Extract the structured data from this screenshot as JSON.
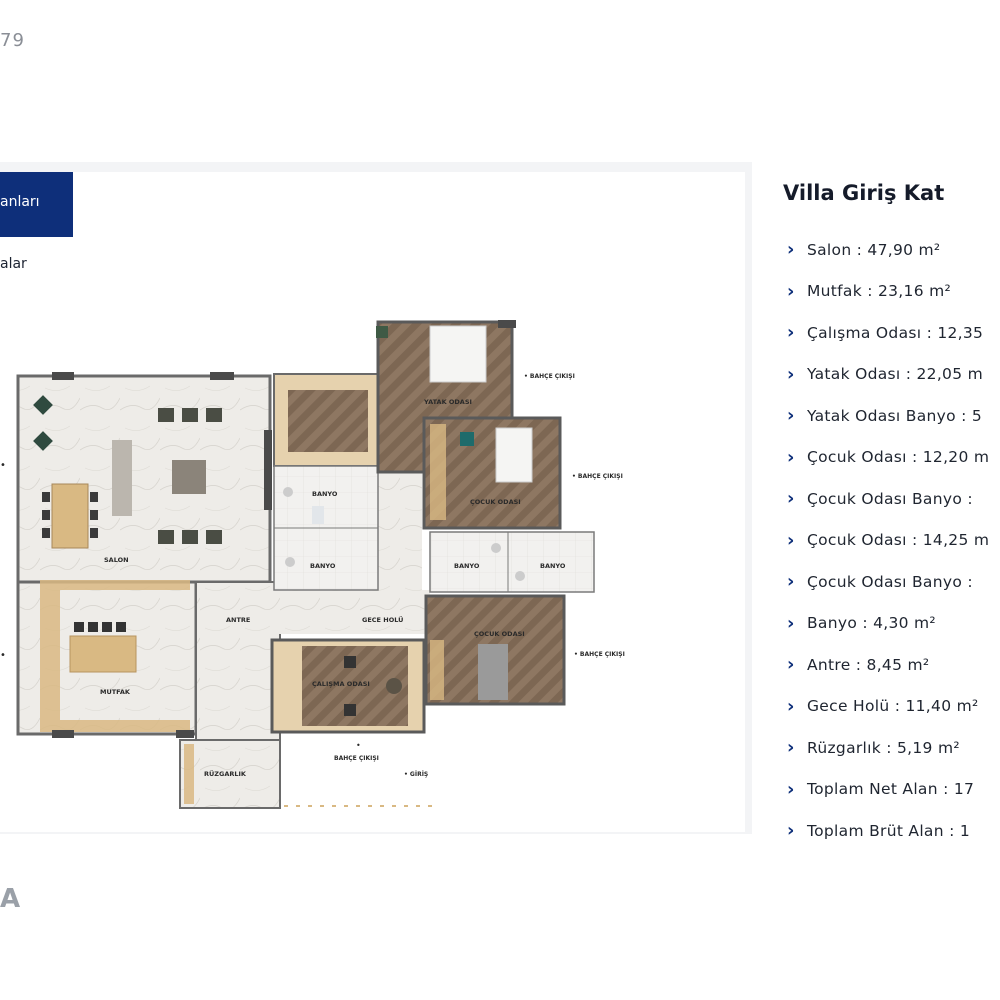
{
  "header": {
    "number_fragment": "79"
  },
  "tab": {
    "label": "anları"
  },
  "sublabel": "alar",
  "footer": {
    "word_fragment": "A"
  },
  "info": {
    "title": "Villa Giriş Kat",
    "unit": "m²",
    "rooms": [
      "Salon : 47,90 m²",
      "Mutfak : 23,16 m²",
      "Çalışma Odası : 12,35",
      "Yatak Odası : 22,05 m",
      "Yatak Odası Banyo : 5",
      "Çocuk Odası : 12,20 m",
      "Çocuk Odası Banyo :",
      "Çocuk Odası : 14,25 m",
      "Çocuk Odası Banyo :",
      "Banyo : 4,30 m²",
      "Antre : 8,45 m²",
      "Gece Holü : 11,40 m²",
      "Rüzgarlık : 5,19 m²",
      "Toplam Net Alan : 17",
      "Toplam Brüt Alan : 1"
    ]
  },
  "plan": {
    "labels": {
      "salon": "SALON",
      "mutfak": "MUTFAK",
      "yatak_odasi": "YATAK ODASI",
      "cocuk_odasi_1": "ÇOCUK ODASI",
      "cocuk_odasi_2": "ÇOCUK ODASI",
      "calisma_odasi": "ÇALIŞMA ODASI",
      "banyo_1": "BANYO",
      "banyo_2": "BANYO",
      "banyo_3": "BANYO",
      "banyo_4": "BANYO",
      "antre": "ANTRE",
      "gece_holu": "GECE HOLÜ",
      "ruzgarlik": "RÜZGARLIK",
      "bahce_1": "• BAHÇE ÇIKIŞI",
      "bahce_2": "• BAHÇE ÇIKIŞI",
      "bahce_3": "• BAHÇE ÇIKIŞI",
      "bahce_4": "BAHÇE ÇIKIŞI",
      "giris": "• GİRİŞ"
    }
  },
  "colors": {
    "brand_blue": "#0e2f7a",
    "marble": "#eceae6",
    "wood_floor": "#8b7560",
    "wood_trim": "#d9b983",
    "wall": "#5a5a5a"
  }
}
